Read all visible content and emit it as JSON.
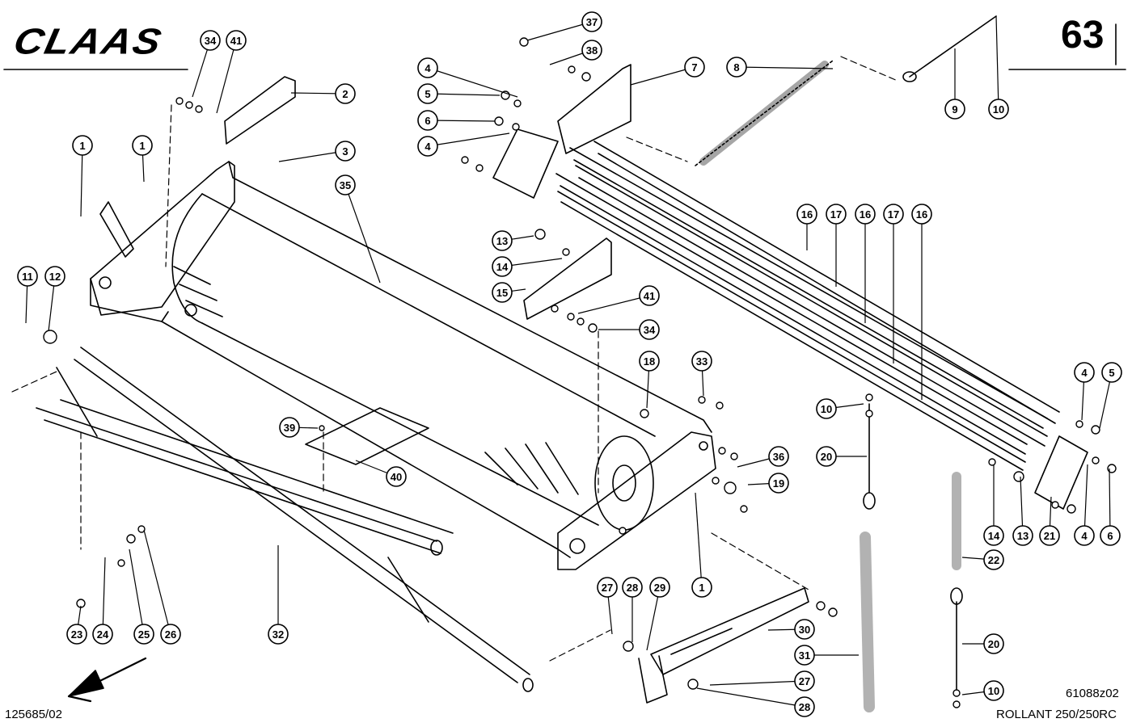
{
  "header": {
    "brand": "CLAAS",
    "page_number": "63"
  },
  "footer": {
    "doc_code": "125685/02",
    "drawing_code": "61088z02",
    "model": "ROLLANT 250/250RC"
  },
  "colors": {
    "ink": "#000000",
    "paper": "#ffffff"
  },
  "callouts": [
    {
      "label": "34"
    },
    {
      "label": "41"
    },
    {
      "label": "2"
    },
    {
      "label": "1"
    },
    {
      "label": "1"
    },
    {
      "label": "3"
    },
    {
      "label": "35"
    },
    {
      "label": "37"
    },
    {
      "label": "38"
    },
    {
      "label": "4"
    },
    {
      "label": "5"
    },
    {
      "label": "6"
    },
    {
      "label": "4"
    },
    {
      "label": "7"
    },
    {
      "label": "8"
    },
    {
      "label": "9"
    },
    {
      "label": "10"
    },
    {
      "label": "11"
    },
    {
      "label": "12"
    },
    {
      "label": "13"
    },
    {
      "label": "14"
    },
    {
      "label": "15"
    },
    {
      "label": "41"
    },
    {
      "label": "34"
    },
    {
      "label": "16"
    },
    {
      "label": "17"
    },
    {
      "label": "16"
    },
    {
      "label": "17"
    },
    {
      "label": "16"
    },
    {
      "label": "18"
    },
    {
      "label": "33"
    },
    {
      "label": "39"
    },
    {
      "label": "40"
    },
    {
      "label": "36"
    },
    {
      "label": "19"
    },
    {
      "label": "10"
    },
    {
      "label": "20"
    },
    {
      "label": "4"
    },
    {
      "label": "5"
    },
    {
      "label": "14"
    },
    {
      "label": "13"
    },
    {
      "label": "21"
    },
    {
      "label": "4"
    },
    {
      "label": "6"
    },
    {
      "label": "22"
    },
    {
      "label": "1"
    },
    {
      "label": "27"
    },
    {
      "label": "28"
    },
    {
      "label": "29"
    },
    {
      "label": "30"
    },
    {
      "label": "31"
    },
    {
      "label": "27"
    },
    {
      "label": "28"
    },
    {
      "label": "20"
    },
    {
      "label": "10"
    },
    {
      "label": "23"
    },
    {
      "label": "24"
    },
    {
      "label": "25"
    },
    {
      "label": "26"
    },
    {
      "label": "32"
    }
  ]
}
